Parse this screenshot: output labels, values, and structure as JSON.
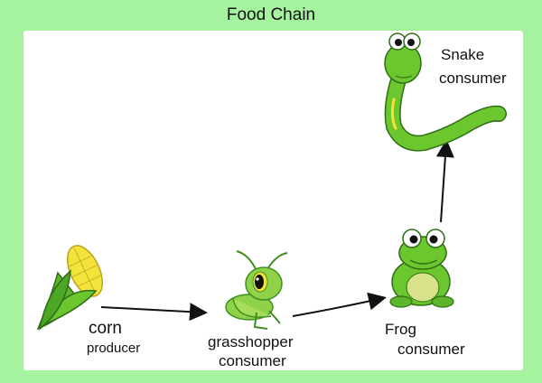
{
  "title": "Food Chain",
  "nodes": {
    "corn": {
      "name": "corn",
      "role": "producer"
    },
    "grasshopper": {
      "name": "grasshopper",
      "role": "consumer"
    },
    "frog": {
      "name": "Frog",
      "role": "consumer"
    },
    "snake": {
      "name": "Snake",
      "role": "consumer"
    }
  },
  "colors": {
    "background": "#a6f39f",
    "panel": "#ffffff",
    "green": "#6cc72e",
    "dark_green": "#3f8f1f",
    "yellow": "#f3e33a",
    "arrow": "#111111"
  }
}
